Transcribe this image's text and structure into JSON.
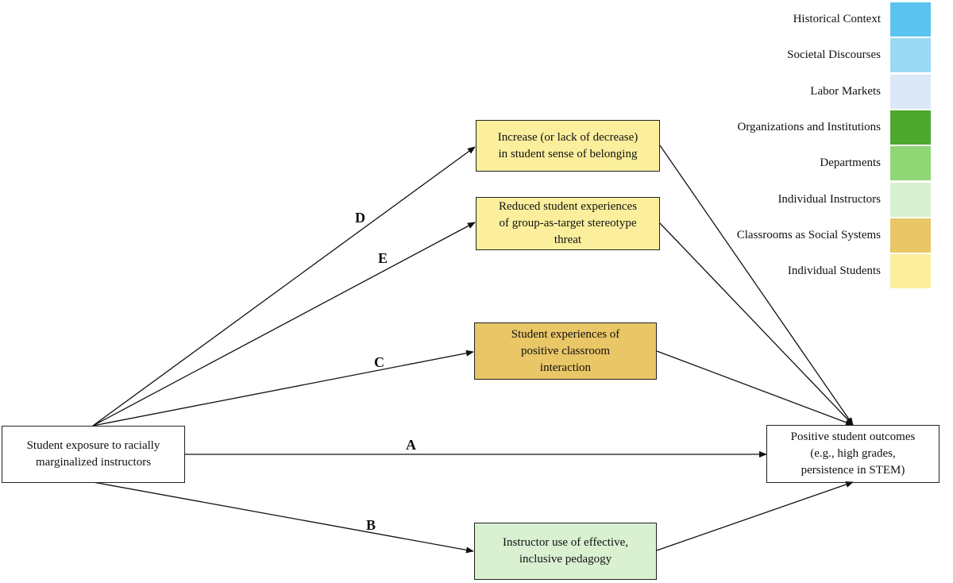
{
  "diagram": {
    "nodes": {
      "exposure": "Student exposure to racially\nmarginalized instructors",
      "outcomes": "Positive student outcomes\n(e.g., high grades,\npersistence in STEM)",
      "belonging": "Increase (or lack of decrease)\nin student sense of belonging",
      "stereotype": "Reduced student experiences\nof group-as-target stereotype\nthreat",
      "interaction": "Student experiences of\npositive classroom\ninteraction",
      "pedagogy": "Instructor use of effective,\ninclusive pedagogy"
    },
    "edge_labels": {
      "A": "A",
      "B": "B",
      "C": "C",
      "D": "D",
      "E": "E"
    }
  },
  "legend": [
    {
      "label": "Historical Context",
      "color": "#5bc4ee"
    },
    {
      "label": "Societal Discourses",
      "color": "#9bd9f4"
    },
    {
      "label": "Labor Markets",
      "color": "#dbe8f7"
    },
    {
      "label": "Organizations and Institutions",
      "color": "#4ea72e"
    },
    {
      "label": "Departments",
      "color": "#8fd675"
    },
    {
      "label": "Individual Instructors",
      "color": "#d9f0d1"
    },
    {
      "label": "Classrooms as Social Systems",
      "color": "#e9c666"
    },
    {
      "label": "Individual Students",
      "color": "#fbef9d"
    }
  ],
  "colors": {
    "student_node": "#fbef9d",
    "classroom_node": "#e9c666",
    "instructor_node": "#d9f0d1",
    "neutral_node": "#ffffff"
  }
}
